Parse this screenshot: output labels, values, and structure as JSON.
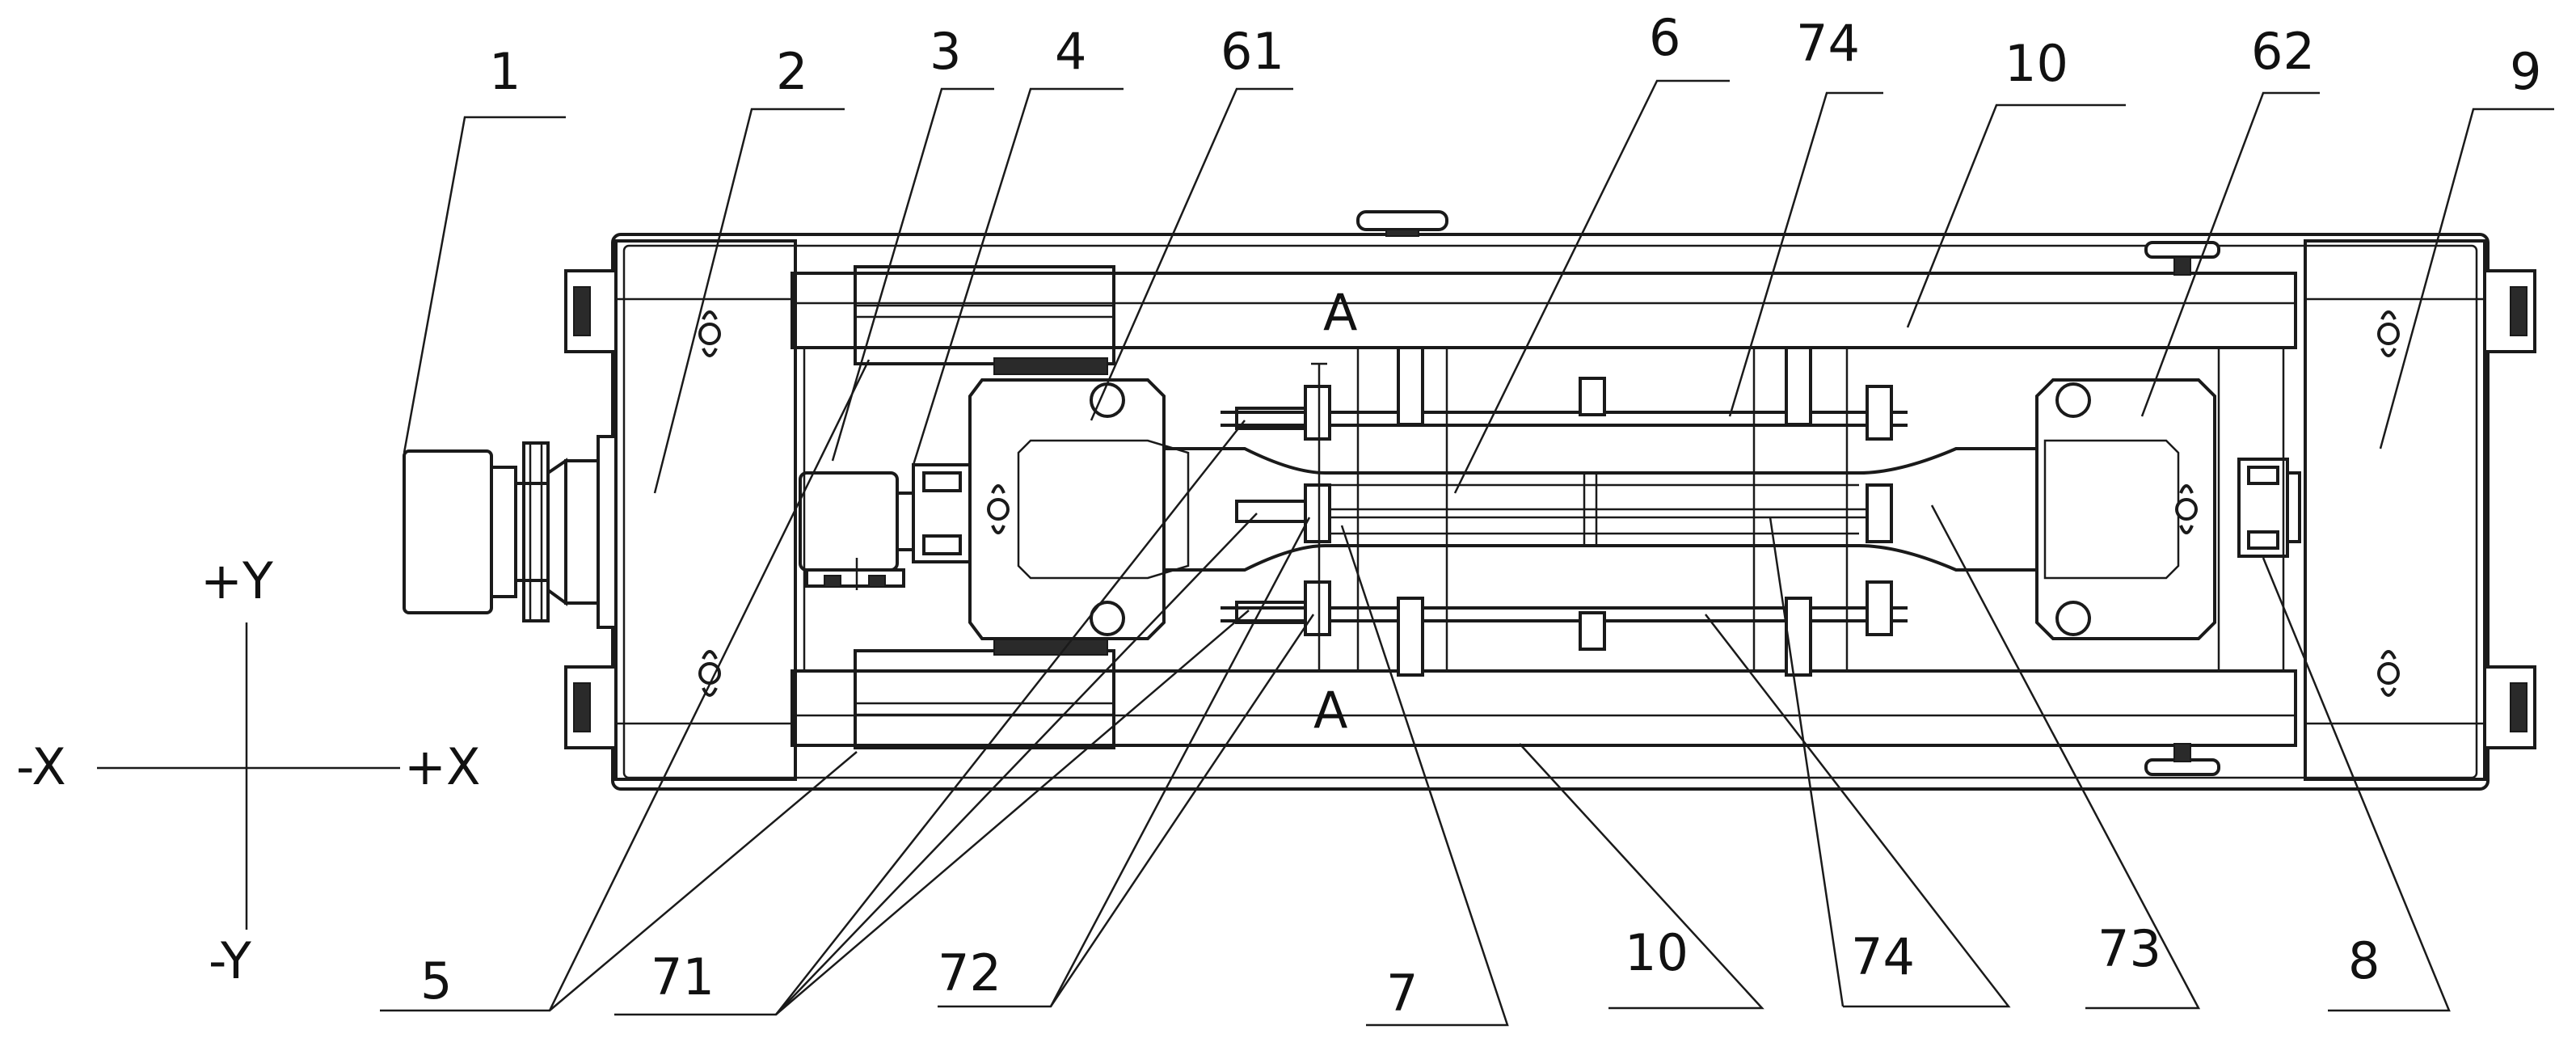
{
  "part_labels": {
    "p1": "1",
    "p2": "2",
    "p3": "3",
    "p4": "4",
    "p61": "61",
    "p6": "6",
    "p74_top": "74",
    "p10_top": "10",
    "p62": "62",
    "p9": "9",
    "p5": "5",
    "p71": "71",
    "p72": "72",
    "p7": "7",
    "p10_bottom": "10",
    "p74_bottom": "74",
    "p73": "73",
    "p8": "8"
  },
  "section_labels": {
    "top": "A",
    "bottom": "A"
  },
  "axes": {
    "plus_y": "+Y",
    "minus_y": "-Y",
    "minus_x": "-X",
    "plus_x": "+X"
  }
}
